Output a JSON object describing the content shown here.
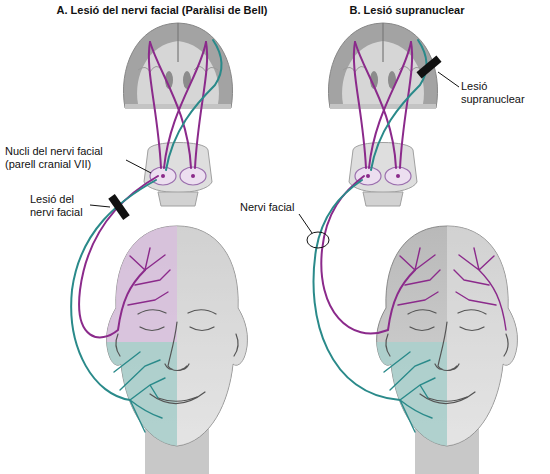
{
  "diagram": {
    "labels": [
      "A. Lesió del nervi facial (Paràlisi de Bell)",
      "B. Lesió supranuclear",
      "Nucli del nervi facial (parell cranial VII)",
      "Lesió del nervi facial",
      "Nervi facial",
      "Lesió supranuclear"
    ]
  }
}
